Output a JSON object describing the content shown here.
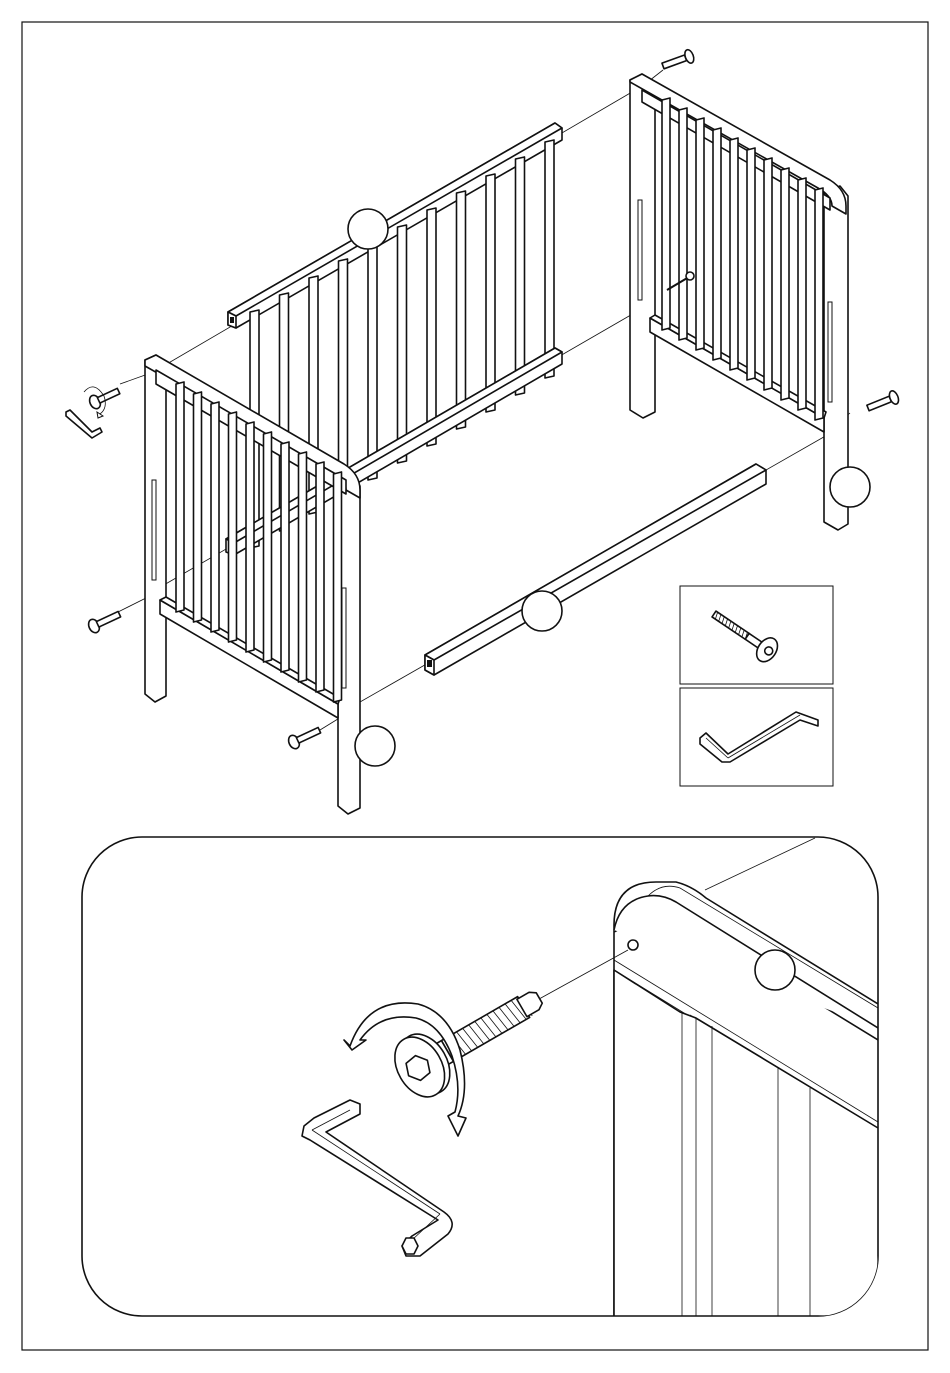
{
  "document": {
    "type": "assembly-instruction-page",
    "text_labels": []
  },
  "overview": {
    "callouts": [
      "",
      "",
      "",
      ""
    ],
    "parts": [
      {
        "name": "side-rail-upper",
        "icon": "long-rail"
      },
      {
        "name": "side-rail-lower",
        "icon": "long-rail"
      },
      {
        "name": "front-end-panel",
        "icon": "slatted-panel"
      },
      {
        "name": "rear-end-panel",
        "icon": "slatted-panel"
      },
      {
        "name": "base-rail",
        "icon": "long-rail"
      }
    ],
    "hardware": [
      {
        "name": "allen-bolt",
        "icon": "bolt-icon"
      },
      {
        "name": "allen-key",
        "icon": "hex-key-icon"
      }
    ]
  },
  "detail": {
    "callouts": [
      ""
    ],
    "rotation_direction": "clockwise",
    "hardware": [
      {
        "name": "allen-bolt",
        "icon": "bolt-icon"
      },
      {
        "name": "allen-key",
        "icon": "hex-key-icon"
      }
    ]
  },
  "colors": {
    "line": "#111111",
    "paper": "#ffffff"
  }
}
